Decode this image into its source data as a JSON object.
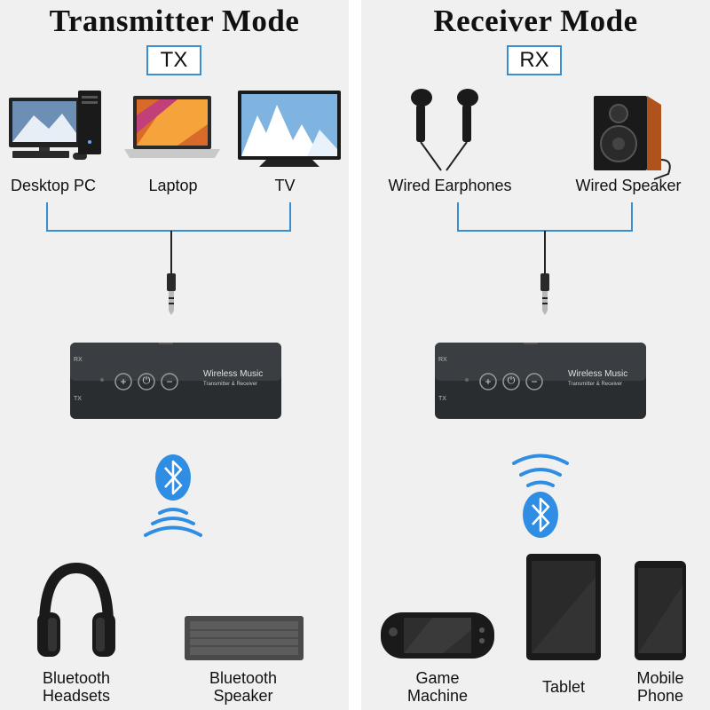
{
  "left": {
    "title": "Transmitter Mode",
    "badge": "TX",
    "sources": [
      {
        "label": "Desktop PC",
        "icon": "desktop-pc-icon"
      },
      {
        "label": "Laptop",
        "icon": "laptop-icon"
      },
      {
        "label": "TV",
        "icon": "tv-icon"
      }
    ],
    "outputs": [
      {
        "line1": "Bluetooth",
        "line2": "Headsets",
        "icon": "headphones-icon"
      },
      {
        "line1": "Bluetooth",
        "line2": "Speaker",
        "icon": "bluetooth-speaker-icon"
      }
    ]
  },
  "right": {
    "title": "Receiver Mode",
    "badge": "RX",
    "sources": [
      {
        "label": "Wired Earphones",
        "icon": "earphones-icon"
      },
      {
        "label": "Wired Speaker",
        "icon": "wired-speaker-icon"
      }
    ],
    "outputs": [
      {
        "line1": "Game",
        "line2": "Machine",
        "icon": "game-console-icon"
      },
      {
        "line1": "Tablet",
        "line2": "",
        "icon": "tablet-icon"
      },
      {
        "line1": "Mobile",
        "line2": "Phone",
        "icon": "mobile-phone-icon"
      }
    ]
  },
  "device": {
    "brand": "Wireless Music",
    "subtitle": "Transmitter & Receiver",
    "port_rx": "RX",
    "port_tx": "TX",
    "buttons": [
      "+",
      "⏻",
      "−"
    ]
  },
  "colors": {
    "accent": "#3a8ed0",
    "bluetooth": "#2f8ee3",
    "panel_bg": "#f0f0f0"
  }
}
